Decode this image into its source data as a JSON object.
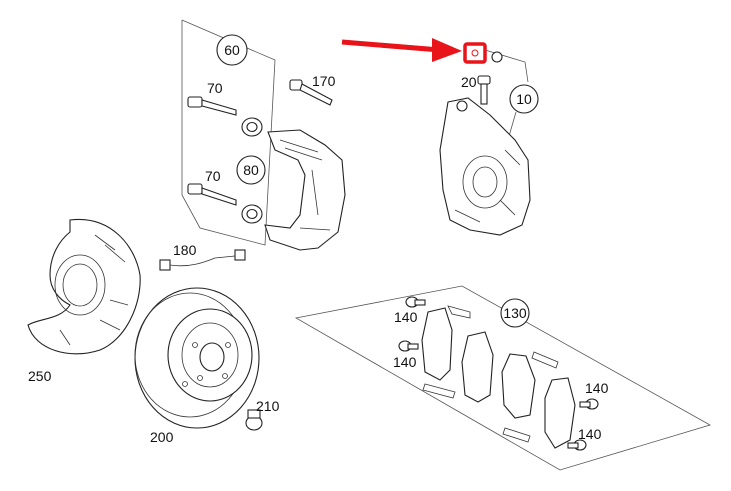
{
  "callouts": {
    "c60": "60",
    "c170": "170",
    "c70a": "70",
    "c80": "80",
    "c70b": "70",
    "c20": "20",
    "c10": "10",
    "c180": "180",
    "c250": "250",
    "c130": "130",
    "c140a": "140",
    "c140b": "140",
    "c140c": "140",
    "c140d": "140",
    "c210": "210",
    "c200": "200"
  },
  "colors": {
    "highlight": "#e8141a",
    "line": "#222222"
  },
  "icons": {
    "pointer": "red-arrow-icon",
    "marker": "bleed-cap-marker-icon"
  }
}
